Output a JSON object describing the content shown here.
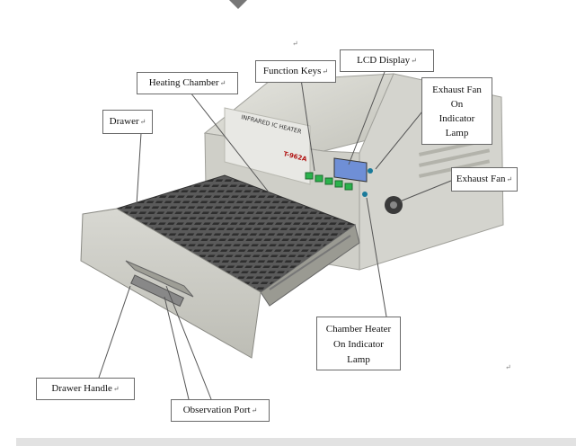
{
  "labels": {
    "drawer": "Drawer",
    "heating_chamber": "Heating Chamber",
    "function_keys": "Function Keys",
    "lcd_display": "LCD Display",
    "exhaust_fan_lamp": [
      "Exhaust Fan",
      "On",
      "Indicator",
      "Lamp"
    ],
    "exhaust_fan": "Exhaust Fan",
    "chamber_heater_lamp": [
      "Chamber Heater",
      "On Indicator",
      "Lamp"
    ],
    "drawer_handle": "Drawer Handle",
    "observation_port": "Observation Port"
  },
  "device": {
    "brand_text": "INFRARED IC HEATER",
    "model_text": "T-962A"
  },
  "symbols": {
    "return_mark": "↵"
  },
  "colors": {
    "body_light": "#dcdcd6",
    "body_shadow": "#b8b8b0",
    "drawer_front": "#cfcfc8",
    "tray_dark": "#4b4b4b",
    "lcd": "#6f8fd6",
    "key_green": "#2bb24c",
    "callout_border": "#6a6a6a"
  }
}
